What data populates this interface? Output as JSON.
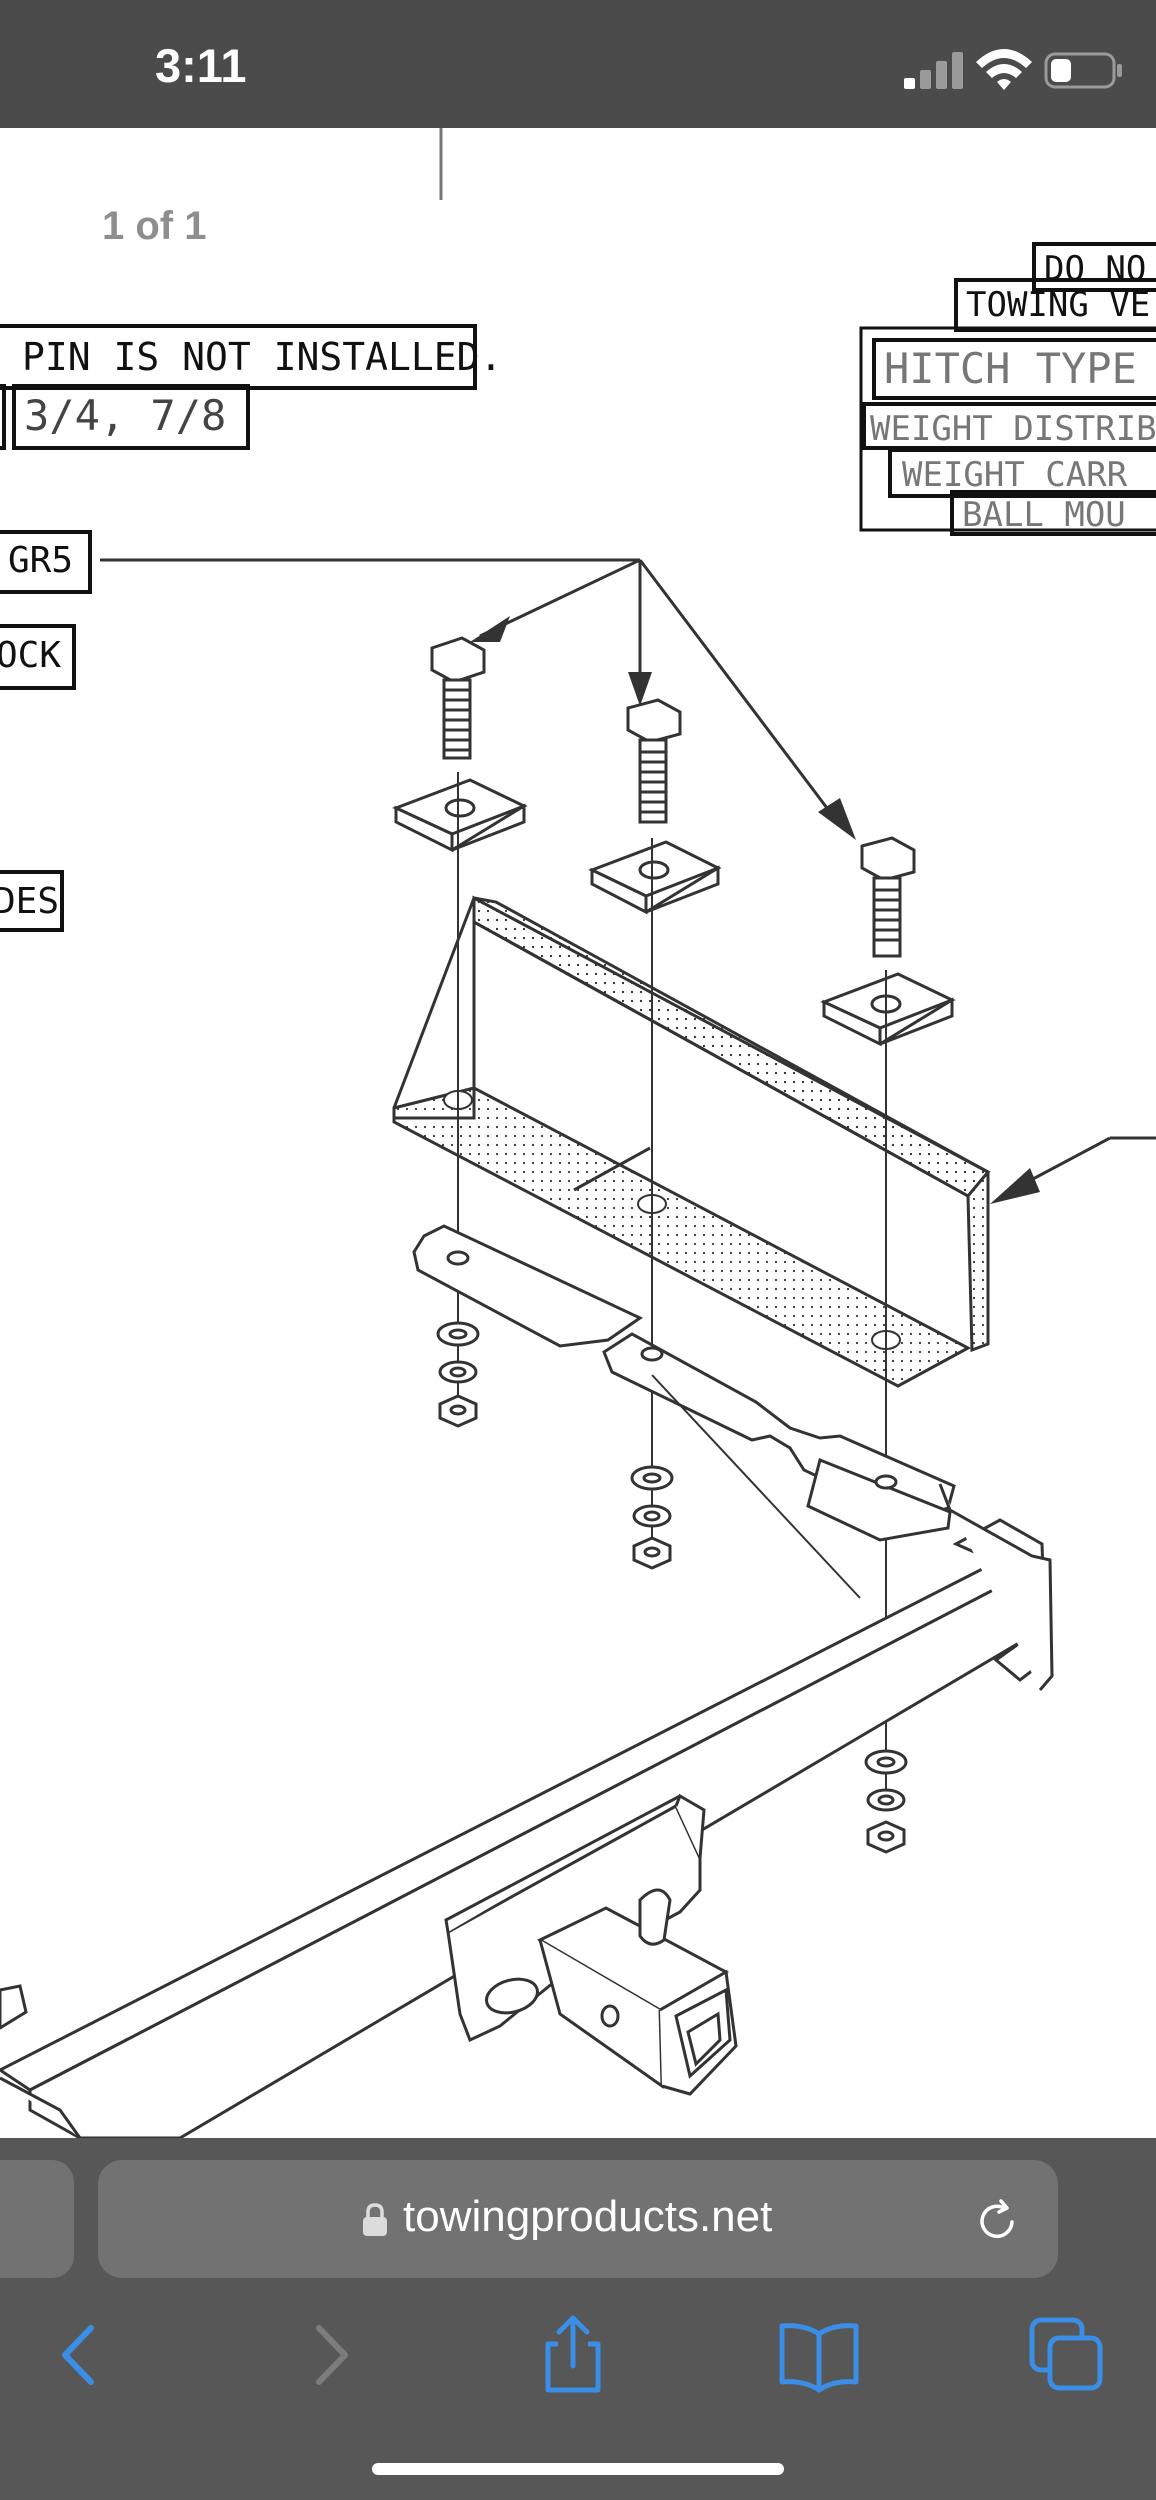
{
  "status_bar": {
    "time": "3:11",
    "icons": [
      "cellular-signal-icon",
      "wifi-icon",
      "battery-icon"
    ]
  },
  "document": {
    "page_indicator": "1 of 1",
    "labels": {
      "pin_note": "PIN IS NOT INSTALLED.",
      "sizes": "3/4, 7/8",
      "bolt_grade": "GR5",
      "lock_fragment": "OCK",
      "des_fragment": "DES",
      "do_not": "DO NO",
      "towing_vehicle": "TOWING VE",
      "hitch_type": "HITCH TYPE",
      "weight_distributing": "WEIGHT DISTRIB",
      "weight_carrying": "WEIGHT CARR",
      "ball_mount": "BALL MOU"
    }
  },
  "browser": {
    "url": "towingproducts.net",
    "toolbar": [
      "back-icon",
      "forward-icon",
      "share-icon",
      "bookmarks-icon",
      "tabs-icon"
    ]
  },
  "colors": {
    "chrome": "#575757",
    "url_field": "#727272",
    "accent": "#3a8ee6",
    "ink": "#222222"
  }
}
